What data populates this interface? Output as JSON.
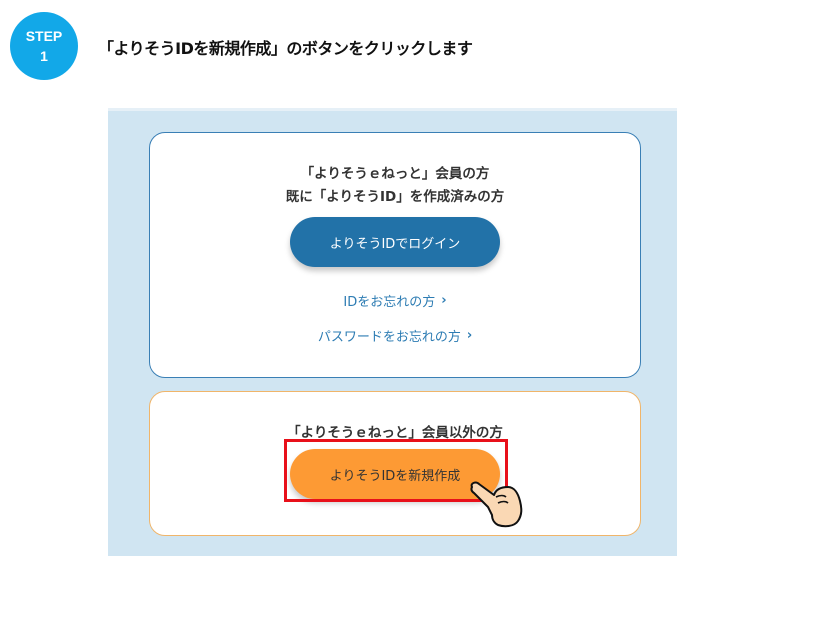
{
  "step": {
    "label": "STEP",
    "number": "1",
    "color": "#12a8e8"
  },
  "instruction": "「よりそうIDを新規作成」のボタンをクリックします",
  "member_card": {
    "heading_line1": "「よりそうｅねっと」会員の方",
    "heading_line2": "既に「よりそうID」を作成済みの方",
    "login_button": "よりそうIDでログイン",
    "forgot_id_link": "IDをお忘れの方",
    "forgot_password_link": "パスワードをお忘れの方",
    "chevron": "›"
  },
  "nonmember_card": {
    "heading": "「よりそうｅねっと」会員以外の方",
    "create_button": "よりそうIDを新規作成"
  },
  "colors": {
    "login": "#2272a8",
    "create": "#fd9a34",
    "highlight": "#e8101a",
    "panel_bg": "#d0e5f2"
  }
}
